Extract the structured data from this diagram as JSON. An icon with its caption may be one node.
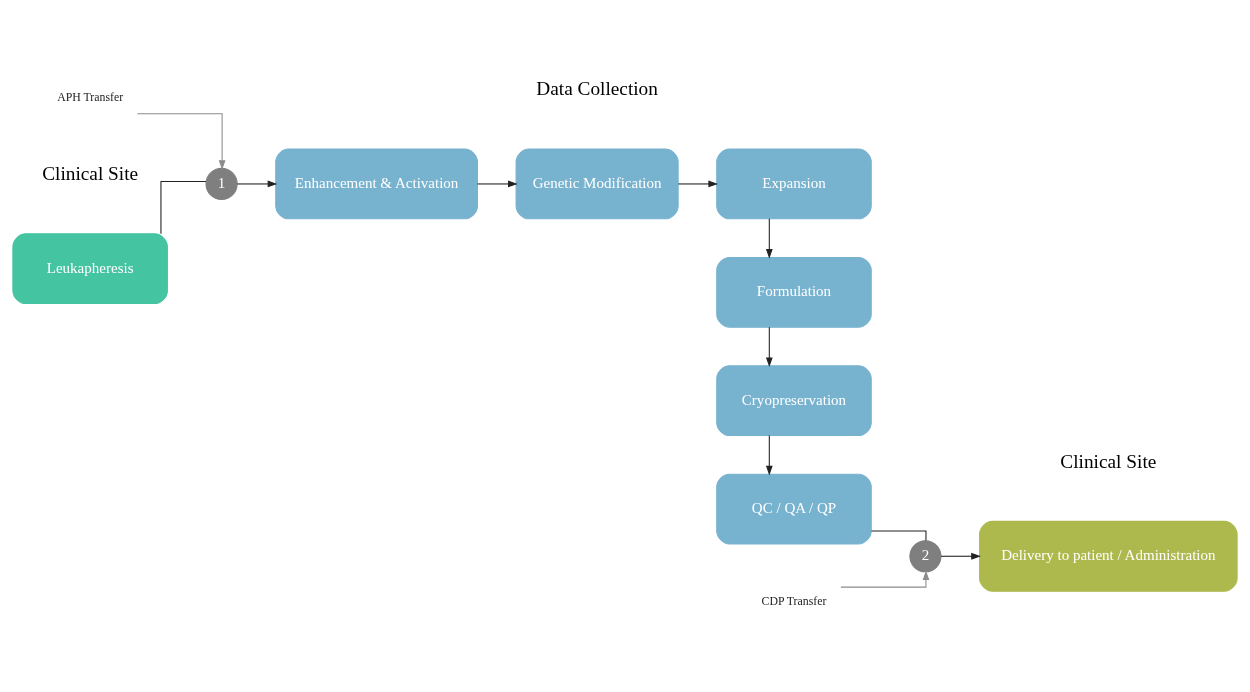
{
  "diagram": {
    "nodes": [
      {
        "text": [
          "Leukapheresis"
        ]
      },
      {
        "text": [
          "1"
        ]
      },
      {
        "text": [
          "Enhancement & Activation"
        ]
      },
      {
        "text": [
          "Genetic Modification"
        ]
      },
      {
        "text": [
          "Expansion"
        ]
      },
      {
        "text": [
          "Formulation"
        ]
      },
      {
        "text": [
          "Cryopreservation"
        ]
      },
      {
        "text": [
          "QC / QA / QP"
        ]
      },
      {
        "text": [
          "2"
        ]
      },
      {
        "text": [
          "Delivery to patient / Administration"
        ]
      },
      {
        "text": [
          "APH Transfer"
        ]
      },
      {
        "text": [
          "CDP Transfer"
        ]
      }
    ],
    "edges": [
      {
        "from": 0,
        "to": 1,
        "arrow": "none"
      },
      {
        "from": 1,
        "to": 2,
        "arrow": "to"
      },
      {
        "from": 2,
        "to": 3,
        "arrow": "to"
      },
      {
        "from": 3,
        "to": 4,
        "arrow": "to"
      },
      {
        "from": 4,
        "to": 5,
        "arrow": "to"
      },
      {
        "from": 5,
        "to": 6,
        "arrow": "to"
      },
      {
        "from": 6,
        "to": 7,
        "arrow": "to"
      },
      {
        "from": 7,
        "to": 8,
        "arrow": "none"
      },
      {
        "from": 8,
        "to": 9,
        "arrow": "to"
      },
      {
        "from": 10,
        "to": 1,
        "arrow": "to",
        "color": "#8c8c8c"
      },
      {
        "from": 11,
        "to": 8,
        "arrow": "to",
        "color": "#8c8c8c"
      }
    ],
    "labels": [
      "Clinical Site",
      "Data Collection",
      "Clinical Site"
    ]
  }
}
